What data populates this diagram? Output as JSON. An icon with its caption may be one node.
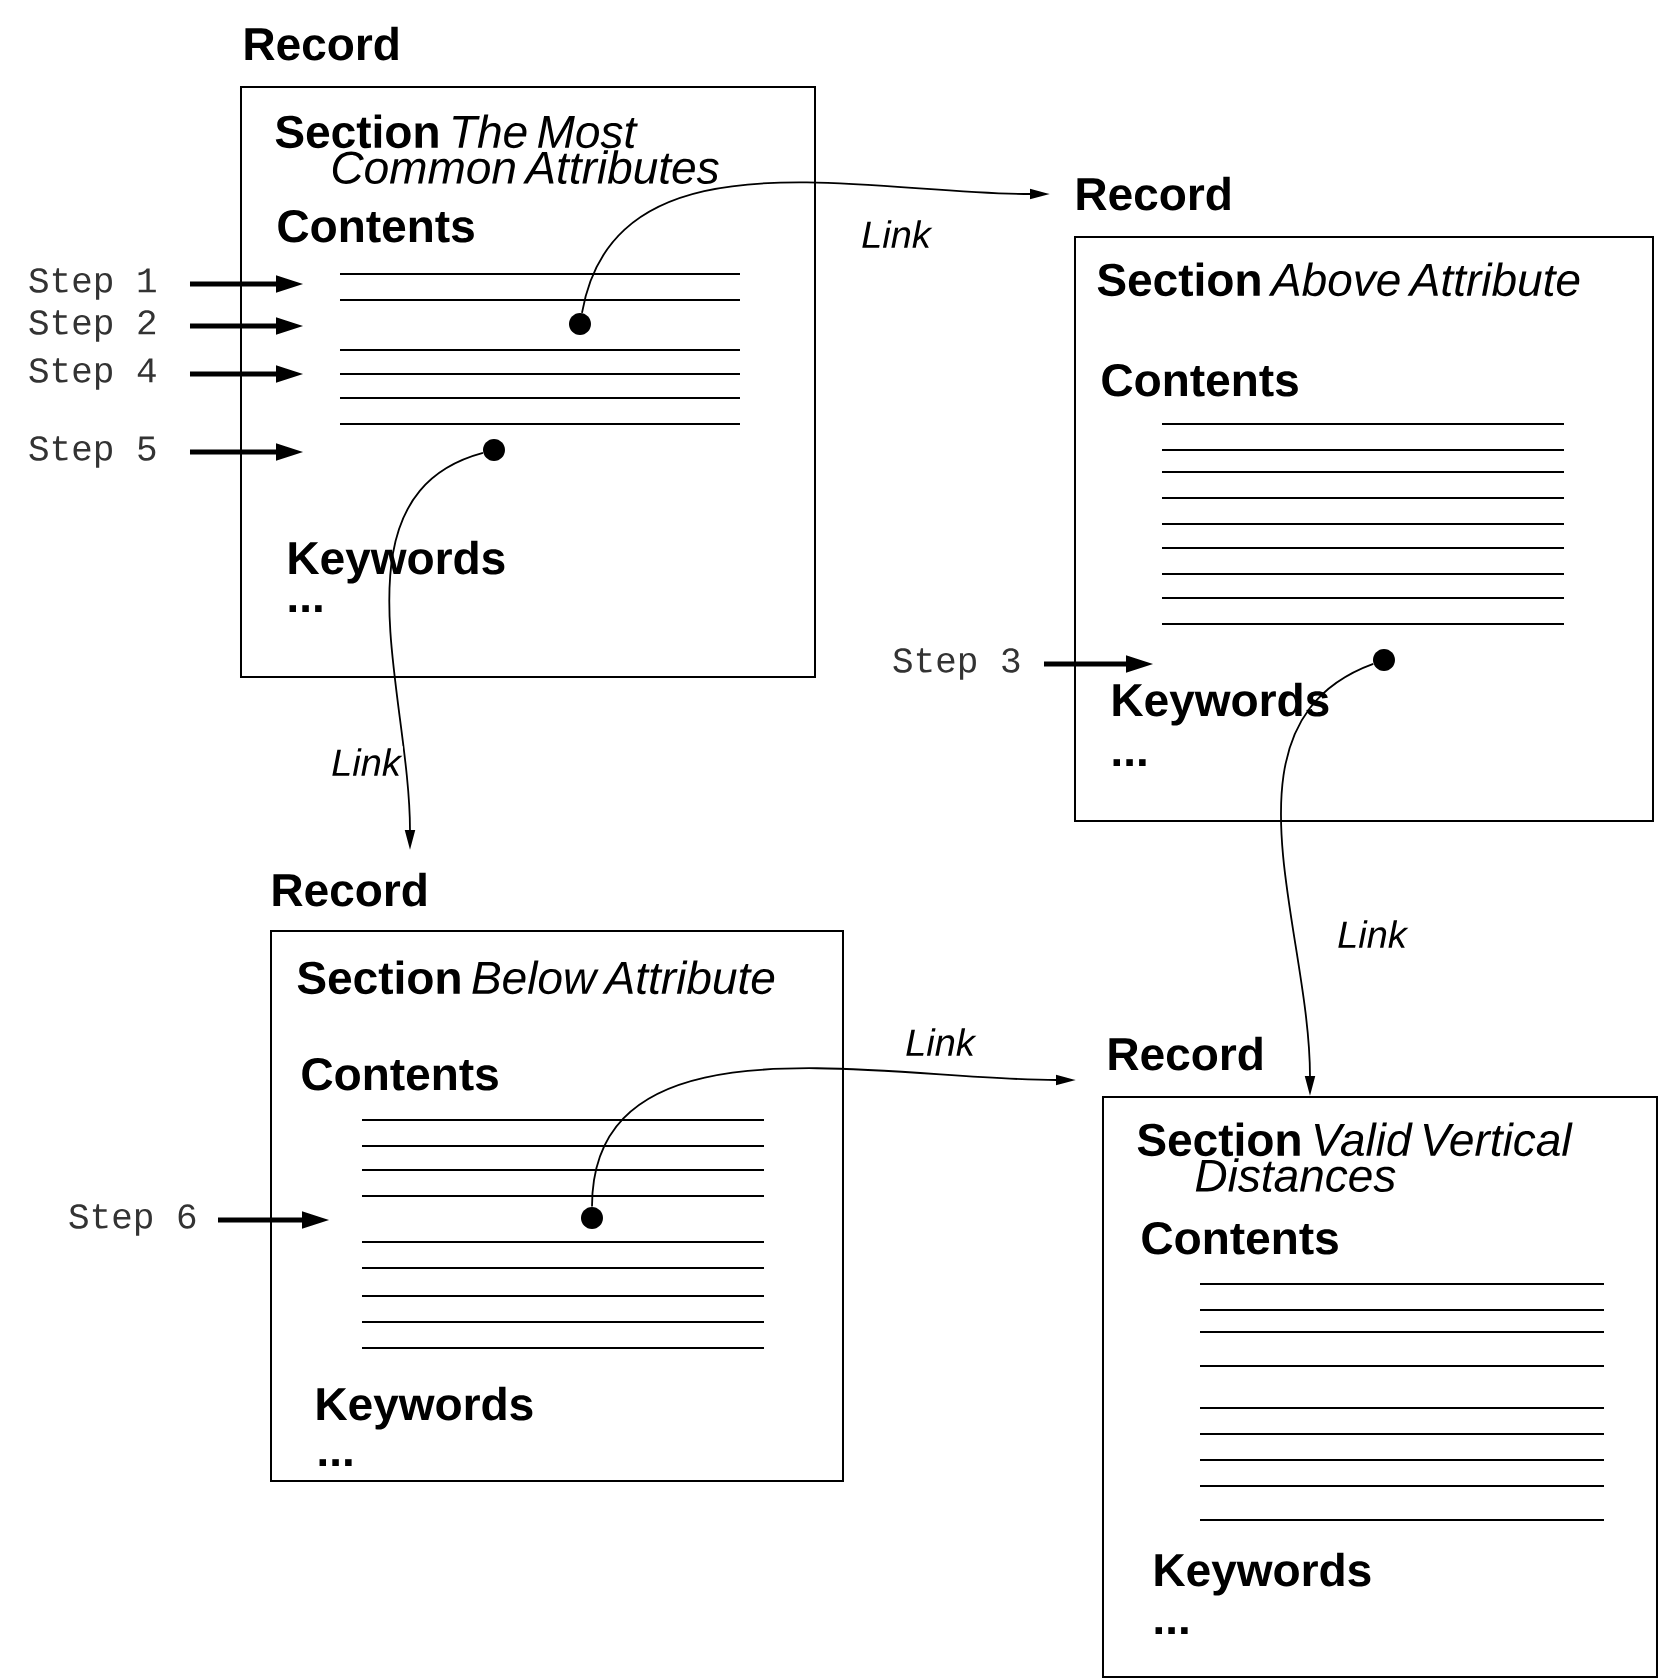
{
  "diagram": {
    "nodes": [
      {
        "text": [
          "Record",
          "Section",
          "The Most Common Attributes",
          "Contents",
          "Keywords",
          "..."
        ]
      },
      {
        "text": [],
        "shape": "circle",
        "in": 0
      },
      {
        "text": [],
        "shape": "circle",
        "in": 0
      },
      {
        "text": [
          "Record",
          "Section",
          "Above Attribute",
          "Contents",
          "Keywords",
          "..."
        ]
      },
      {
        "text": [],
        "shape": "circle",
        "in": 3
      },
      {
        "text": [
          "Record",
          "Section",
          "Below Attribute",
          "Contents",
          "Keywords",
          "..."
        ]
      },
      {
        "text": [],
        "shape": "circle",
        "in": 5
      },
      {
        "text": [
          "Record",
          "Section",
          "Valid Vertical Distances",
          "Contents",
          "Keywords",
          "..."
        ]
      },
      {
        "text": [
          "Step 1"
        ]
      },
      {
        "text": [
          "Step 2"
        ]
      },
      {
        "text": [
          "Step 4"
        ]
      },
      {
        "text": [
          "Step 5"
        ]
      },
      {
        "text": [
          "Step 3"
        ]
      },
      {
        "text": [
          "Step 6"
        ]
      }
    ],
    "edges": [
      {
        "from": 1,
        "to": 3,
        "arrow": "to",
        "label": "Link"
      },
      {
        "from": 2,
        "to": 5,
        "arrow": "to",
        "label": "Link"
      },
      {
        "from": 4,
        "to": 7,
        "arrow": "to",
        "label": "Link"
      },
      {
        "from": 6,
        "to": 7,
        "arrow": "to",
        "label": "Link"
      },
      {
        "from": 8,
        "to": 0,
        "arrow": "to"
      },
      {
        "from": 9,
        "to": 0,
        "arrow": "to"
      },
      {
        "from": 10,
        "to": 0,
        "arrow": "to"
      },
      {
        "from": 11,
        "to": 0,
        "arrow": "to"
      },
      {
        "from": 12,
        "to": 3,
        "arrow": "to"
      },
      {
        "from": 13,
        "to": 5,
        "arrow": "to"
      }
    ]
  }
}
